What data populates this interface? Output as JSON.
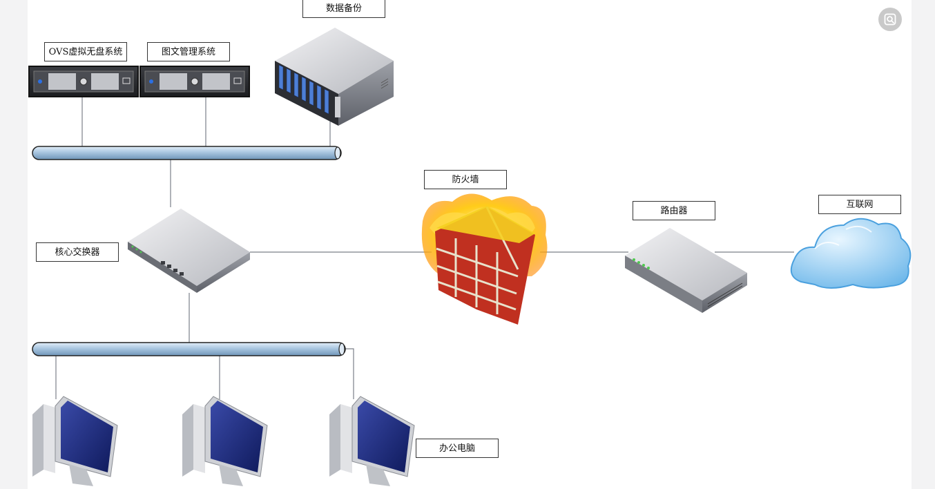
{
  "labels": {
    "backup": "数据备份",
    "ovs": "OVS虚拟无盘系统",
    "image_mgmt": "图文管理系统",
    "firewall": "防火墙",
    "router": "路由器",
    "internet": "互联网",
    "core_switch": "核心交换器",
    "office_pc": "办公电脑"
  },
  "colors": {
    "bus_fill": "#a9c6e0",
    "line": "#7a7f88",
    "overlay_button": "#c9c9c9"
  },
  "overlay": {
    "icon": "visual-search-icon"
  }
}
